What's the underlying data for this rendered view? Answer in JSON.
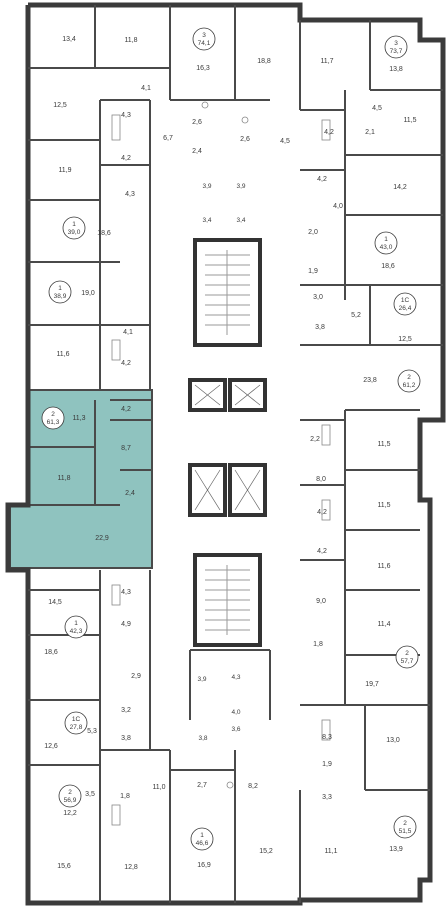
{
  "plan": {
    "accent_color": "#8fc3bf",
    "room_areas": [
      {
        "id": "r1",
        "text": "13,4"
      },
      {
        "id": "r2",
        "text": "11,8"
      },
      {
        "id": "r3",
        "text": "16,3"
      },
      {
        "id": "r4",
        "text": "18,8"
      },
      {
        "id": "r5",
        "text": "11,7"
      },
      {
        "id": "r6",
        "text": "13,8"
      },
      {
        "id": "r7",
        "text": "12,5"
      },
      {
        "id": "r8",
        "text": "4,1"
      },
      {
        "id": "r9",
        "text": "4,3"
      },
      {
        "id": "r10",
        "text": "6,7"
      },
      {
        "id": "r11",
        "text": "2,6"
      },
      {
        "id": "r12",
        "text": "2,6"
      },
      {
        "id": "r13",
        "text": "4,5"
      },
      {
        "id": "r14",
        "text": "4,5"
      },
      {
        "id": "r15",
        "text": "4,2"
      },
      {
        "id": "r16",
        "text": "2,1"
      },
      {
        "id": "r17",
        "text": "11,5"
      },
      {
        "id": "r18",
        "text": "2,4"
      },
      {
        "id": "r19",
        "text": "4,2"
      },
      {
        "id": "r20",
        "text": "11,9"
      },
      {
        "id": "r21",
        "text": "4,2"
      },
      {
        "id": "r22",
        "text": "14,2"
      },
      {
        "id": "r23",
        "text": "3,9"
      },
      {
        "id": "r24",
        "text": "3,9"
      },
      {
        "id": "r25",
        "text": "4,3"
      },
      {
        "id": "r26",
        "text": "4,0"
      },
      {
        "id": "r27",
        "text": "3,4"
      },
      {
        "id": "r28",
        "text": "3,4"
      },
      {
        "id": "r29",
        "text": "18,6"
      },
      {
        "id": "r30",
        "text": "2,0"
      },
      {
        "id": "r31",
        "text": "18,6"
      },
      {
        "id": "r32",
        "text": "1,9"
      },
      {
        "id": "r33",
        "text": "19,0"
      },
      {
        "id": "r34",
        "text": "3,0"
      },
      {
        "id": "r35",
        "text": "5,2"
      },
      {
        "id": "r36",
        "text": "3,8"
      },
      {
        "id": "r37",
        "text": "12,5"
      },
      {
        "id": "r38",
        "text": "4,1"
      },
      {
        "id": "r39",
        "text": "11,6"
      },
      {
        "id": "r40",
        "text": "4,2"
      },
      {
        "id": "r41",
        "text": "23,8"
      },
      {
        "id": "r42",
        "text": "11,3"
      },
      {
        "id": "r43",
        "text": "4,2"
      },
      {
        "id": "r44",
        "text": "2,2"
      },
      {
        "id": "r45",
        "text": "11,5"
      },
      {
        "id": "r46",
        "text": "8,7"
      },
      {
        "id": "r47",
        "text": "8,0"
      },
      {
        "id": "r48",
        "text": "11,8"
      },
      {
        "id": "r49",
        "text": "2,4"
      },
      {
        "id": "r50",
        "text": "11,5"
      },
      {
        "id": "r51",
        "text": "4,2"
      },
      {
        "id": "r52",
        "text": "22,9"
      },
      {
        "id": "r53",
        "text": "4,2"
      },
      {
        "id": "r54",
        "text": "11,6"
      },
      {
        "id": "r55",
        "text": "4,3"
      },
      {
        "id": "r56",
        "text": "14,5"
      },
      {
        "id": "r57",
        "text": "9,0"
      },
      {
        "id": "r58",
        "text": "4,9"
      },
      {
        "id": "r59",
        "text": "11,4"
      },
      {
        "id": "r60",
        "text": "1,8"
      },
      {
        "id": "r61",
        "text": "18,6"
      },
      {
        "id": "r62",
        "text": "3,9"
      },
      {
        "id": "r63",
        "text": "4,3"
      },
      {
        "id": "r64",
        "text": "19,7"
      },
      {
        "id": "r65",
        "text": "2,9"
      },
      {
        "id": "r66",
        "text": "4,0"
      },
      {
        "id": "r67",
        "text": "3,2"
      },
      {
        "id": "r68",
        "text": "5,3"
      },
      {
        "id": "r69",
        "text": "3,8"
      },
      {
        "id": "r70",
        "text": "3,8"
      },
      {
        "id": "r71",
        "text": "3,6"
      },
      {
        "id": "r72",
        "text": "8,3"
      },
      {
        "id": "r73",
        "text": "13,0"
      },
      {
        "id": "r74",
        "text": "12,6"
      },
      {
        "id": "r75",
        "text": "1,9"
      },
      {
        "id": "r76",
        "text": "3,5"
      },
      {
        "id": "r77",
        "text": "1,8"
      },
      {
        "id": "r78",
        "text": "11,0"
      },
      {
        "id": "r79",
        "text": "2,7"
      },
      {
        "id": "r80",
        "text": "8,2"
      },
      {
        "id": "r81",
        "text": "3,3"
      },
      {
        "id": "r82",
        "text": "12,2"
      },
      {
        "id": "r83",
        "text": "15,6"
      },
      {
        "id": "r84",
        "text": "12,8"
      },
      {
        "id": "r85",
        "text": "16,9"
      },
      {
        "id": "r86",
        "text": "15,2"
      },
      {
        "id": "r87",
        "text": "11,1"
      },
      {
        "id": "r88",
        "text": "13,9"
      }
    ],
    "apartments": [
      {
        "id": "a1",
        "rooms": "3",
        "area": "74,1"
      },
      {
        "id": "a2",
        "rooms": "3",
        "area": "73,7"
      },
      {
        "id": "a3",
        "rooms": "1",
        "area": "39,0"
      },
      {
        "id": "a4",
        "rooms": "1",
        "area": "43,0"
      },
      {
        "id": "a5",
        "rooms": "1",
        "area": "38,9"
      },
      {
        "id": "a6",
        "rooms": "1С",
        "area": "26,4"
      },
      {
        "id": "a7",
        "rooms": "2",
        "area": "61,3"
      },
      {
        "id": "a8",
        "rooms": "2",
        "area": "61,2"
      },
      {
        "id": "a9",
        "rooms": "1",
        "area": "42,3"
      },
      {
        "id": "a10",
        "rooms": "2",
        "area": "57,7"
      },
      {
        "id": "a11",
        "rooms": "1С",
        "area": "27,8"
      },
      {
        "id": "a12",
        "rooms": "2",
        "area": "56,9"
      },
      {
        "id": "a13",
        "rooms": "2",
        "area": "51,5"
      },
      {
        "id": "a14",
        "rooms": "1",
        "area": "46,6"
      }
    ]
  }
}
